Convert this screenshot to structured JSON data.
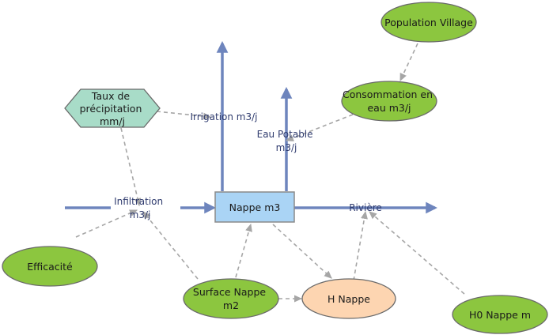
{
  "nodes": {
    "population_village": "Population Village",
    "consommation": [
      "Consommation en",
      "eau m3/j"
    ],
    "taux_precipitation": [
      "Taux de",
      "précipitation",
      "mm/j"
    ],
    "nappe": "Nappe m3",
    "efficacite": "Efficacité",
    "surface_nappe": [
      "Surface Nappe",
      "m2"
    ],
    "h_nappe": "H Nappe",
    "h0_nappe": "H0 Nappe m"
  },
  "flows": {
    "irrigation": "Irrigation m3/j",
    "eau_potable": [
      "Eau Potable",
      "m3/j"
    ],
    "infiltration": [
      "Infiltration",
      "m3/j"
    ],
    "riviere": "Rivière"
  },
  "colors": {
    "stock_fill": "#aad4f5",
    "aux_fill": "#8cc63f",
    "hexagon_fill": "#a8dcc8",
    "h_nappe_fill": "#fdd5b1",
    "flow_line": "#6e85bd",
    "link_line": "#a6a6a6"
  }
}
